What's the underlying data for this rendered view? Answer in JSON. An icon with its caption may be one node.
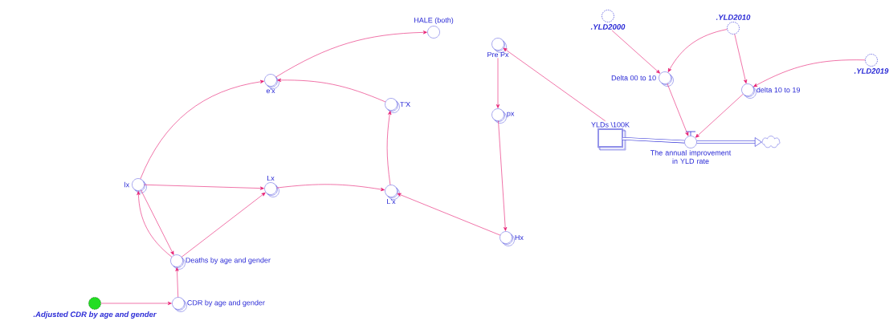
{
  "diagram": {
    "nodes": [
      {
        "text": [
          "HALE (both)"
        ]
      },
      {
        "text": [
          "e'x"
        ]
      },
      {
        "text": [
          "T'X"
        ]
      },
      {
        "text": [
          "Pre Px"
        ]
      },
      {
        "text": [
          "px"
        ]
      },
      {
        "text": [
          ".YLD2000"
        ]
      },
      {
        "text": [
          ".YLD2010"
        ]
      },
      {
        "text": [
          ".YLD2019"
        ]
      },
      {
        "text": [
          "Delta 00 to 10"
        ]
      },
      {
        "text": [
          "delta 10 to 19"
        ]
      },
      {
        "text": [
          "YLDs \\100K"
        ]
      },
      {
        "text": [
          "The annual improvement in YLD rate"
        ]
      },
      {
        "text": [],
        "shape": "cloud"
      },
      {
        "text": [
          "lx"
        ]
      },
      {
        "text": [
          "Lx"
        ]
      },
      {
        "text": [
          "L'x"
        ]
      },
      {
        "text": [
          "Hx"
        ]
      },
      {
        "text": [
          "Deaths by age and gender"
        ]
      },
      {
        "text": [
          "CDR by age and gender"
        ]
      },
      {
        "text": [
          ".Adjusted CDR by age and gender"
        ]
      }
    ],
    "edges": [
      {
        "from": 1,
        "to": 0,
        "arrow": "to"
      },
      {
        "from": 13,
        "to": 1,
        "arrow": "to"
      },
      {
        "from": 2,
        "to": 1,
        "arrow": "to"
      },
      {
        "from": 15,
        "to": 2,
        "arrow": "to"
      },
      {
        "from": 13,
        "to": 14,
        "arrow": "to"
      },
      {
        "from": 14,
        "to": 15,
        "arrow": "to"
      },
      {
        "from": 16,
        "to": 15,
        "arrow": "to"
      },
      {
        "from": 4,
        "to": 16,
        "arrow": "to"
      },
      {
        "from": 3,
        "to": 4,
        "arrow": "to"
      },
      {
        "from": 10,
        "to": 3,
        "arrow": "to"
      },
      {
        "from": 13,
        "to": 17,
        "arrow": "to"
      },
      {
        "from": 17,
        "to": 13,
        "arrow": "to"
      },
      {
        "from": 17,
        "to": 14,
        "arrow": "to"
      },
      {
        "from": 18,
        "to": 17,
        "arrow": "to"
      },
      {
        "from": 19,
        "to": 18,
        "arrow": "to"
      },
      {
        "from": 5,
        "to": 8,
        "arrow": "to"
      },
      {
        "from": 6,
        "to": 8,
        "arrow": "to"
      },
      {
        "from": 6,
        "to": 9,
        "arrow": "to"
      },
      {
        "from": 7,
        "to": 9,
        "arrow": "to"
      },
      {
        "from": 8,
        "to": 11,
        "arrow": "to"
      },
      {
        "from": 9,
        "to": 11,
        "arrow": "to"
      },
      {
        "from": 10,
        "to": 11,
        "arrow": "none",
        "style": "thick",
        "color": "#2b2bd6"
      },
      {
        "from": 11,
        "to": 12,
        "arrow": "to",
        "style": "thick",
        "color": "#2b2bd6"
      }
    ]
  }
}
